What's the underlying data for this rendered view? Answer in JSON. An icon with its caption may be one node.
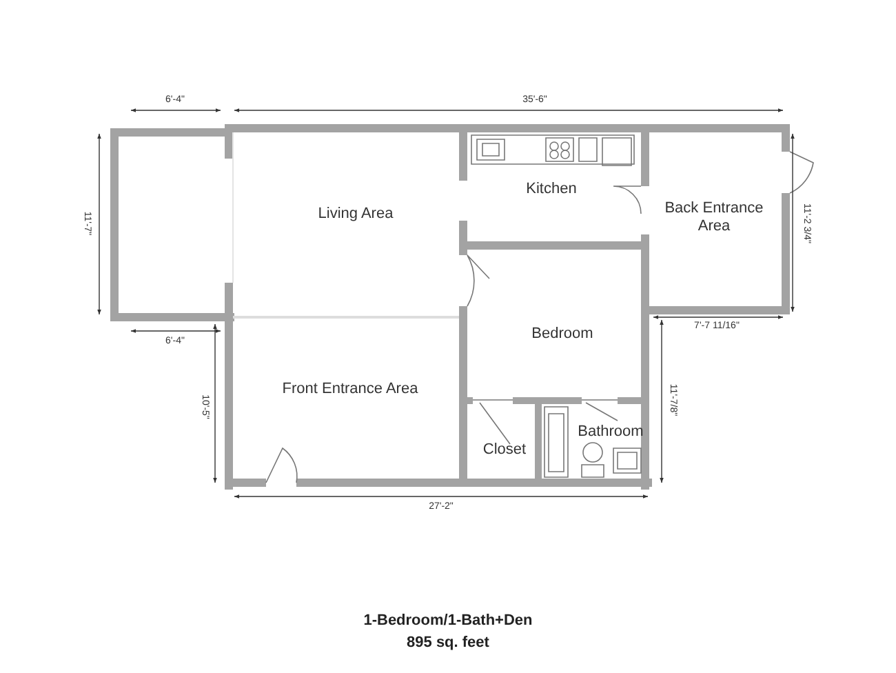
{
  "diagram": {
    "nodes": [
      {
        "text": [
          "Living Area"
        ]
      },
      {
        "text": [
          "Kitchen"
        ]
      },
      {
        "text": [
          "Back Entrance Area"
        ]
      },
      {
        "text": [
          "Bedroom"
        ]
      },
      {
        "text": [
          "Front Entrance Area"
        ]
      },
      {
        "text": [
          "Closet"
        ]
      },
      {
        "text": [
          "Bathroom"
        ]
      }
    ],
    "edges": [],
    "labels": [
      "6'-4\"",
      "35'-6\"",
      "11'-7\"",
      "11'-2 3/4\"",
      "6'-4\"",
      "7'-7 11/16\"",
      "10'-5\"",
      "11'-7/8\"",
      "27'-2\"",
      "1-Bedroom/1-Bath+Den",
      "895 sq. feet"
    ]
  }
}
